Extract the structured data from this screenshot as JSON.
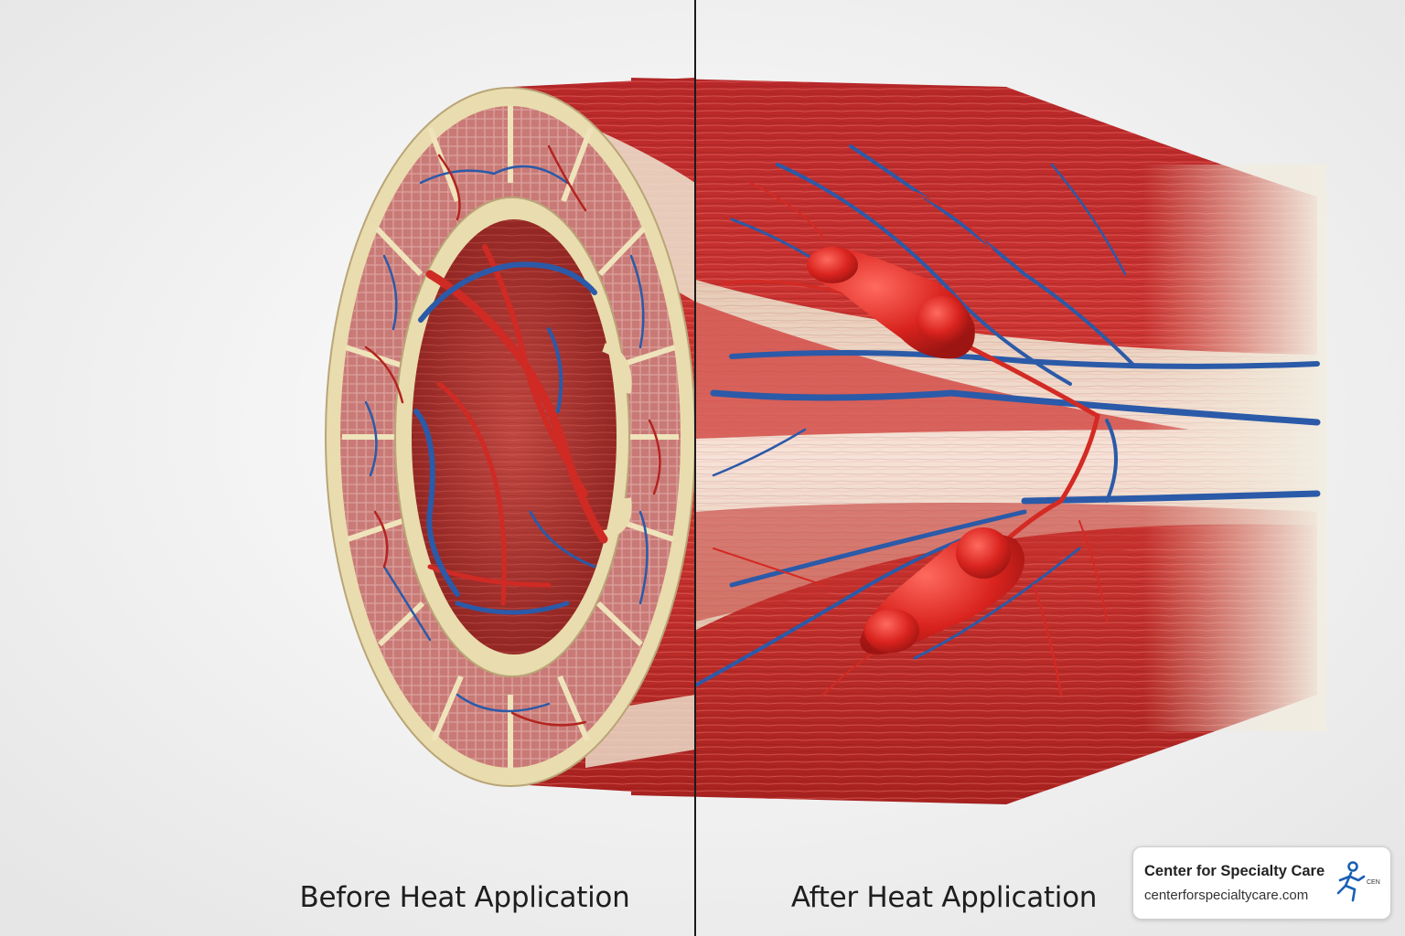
{
  "captions": {
    "before": "Before Heat Application",
    "after": "After Heat Application"
  },
  "logo": {
    "name": "Center for Specialty Care",
    "url": "centerforspecialtycare.com",
    "mark_text": "CEN",
    "mark_color": "#1a5fb4"
  },
  "colors": {
    "muscle": "#c9302c",
    "muscle_dark": "#9e1f1d",
    "vein": "#2b5aa8",
    "artery": "#cc2020",
    "tendon": "#efe6d2",
    "bone_ring": "#e9dcae",
    "divider": "#1a1a1a"
  }
}
